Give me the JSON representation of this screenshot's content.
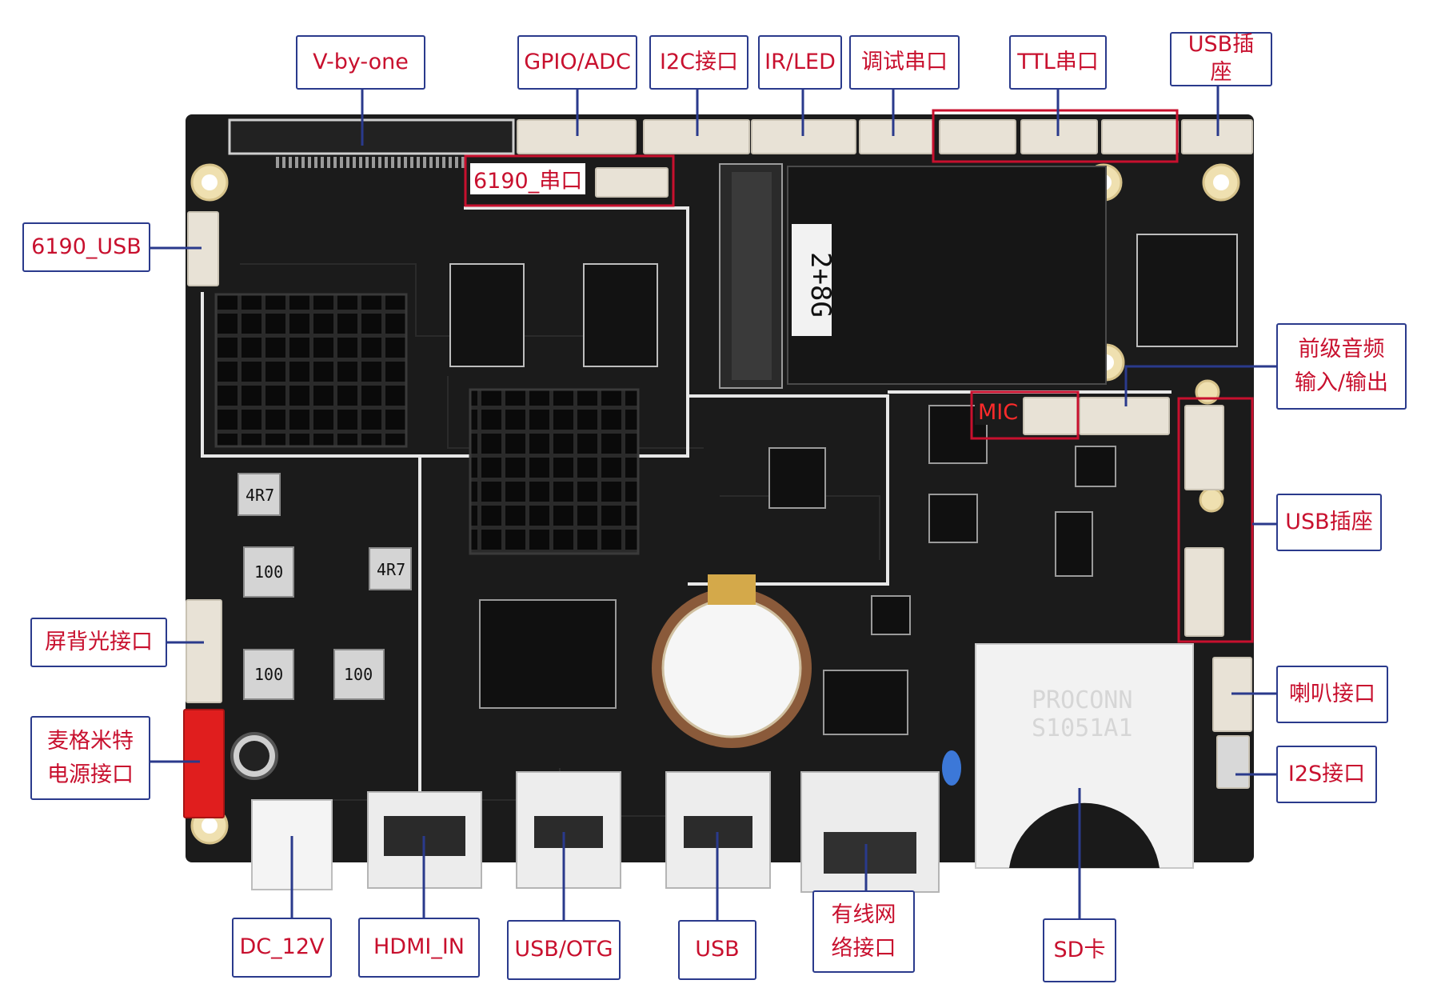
{
  "colors": {
    "pcb": "#1b1b1b",
    "label_text": "#c8102e",
    "label_border": "#2a3a8c",
    "leader": "#2a3a8c",
    "highlight_box": "#c8102e",
    "connector": "#e8e2d6",
    "power_connector": "#e01e1e",
    "heatsink": "#0c0c0c",
    "silk": "#e8e8e8"
  },
  "callouts": {
    "vbyone": "V-by-one",
    "gpio_adc": "GPIO/ADC",
    "i2c": "I2C接口",
    "ir_led": "IR/LED",
    "debug_uart": "调试串口",
    "ttl_uart": "TTL串口",
    "usb_socket_top": "USB插座",
    "uart_6190": "6190_串口",
    "usb_6190": "6190_USB",
    "front_audio": "前级音频\n输入/输出",
    "mic": "MIC",
    "usb_socket_right": "USB插座",
    "backlight": "屏背光接口",
    "speaker": "喇叭接口",
    "i2s": "I2S接口",
    "magmet_power": "麦格米特\n电源接口",
    "dc12v": "DC_12V",
    "hdmi_in": "HDMI_IN",
    "usb_otg": "USB/OTG",
    "usb": "USB",
    "ethernet": "有线网\n络接口",
    "sd": "SD卡"
  }
}
